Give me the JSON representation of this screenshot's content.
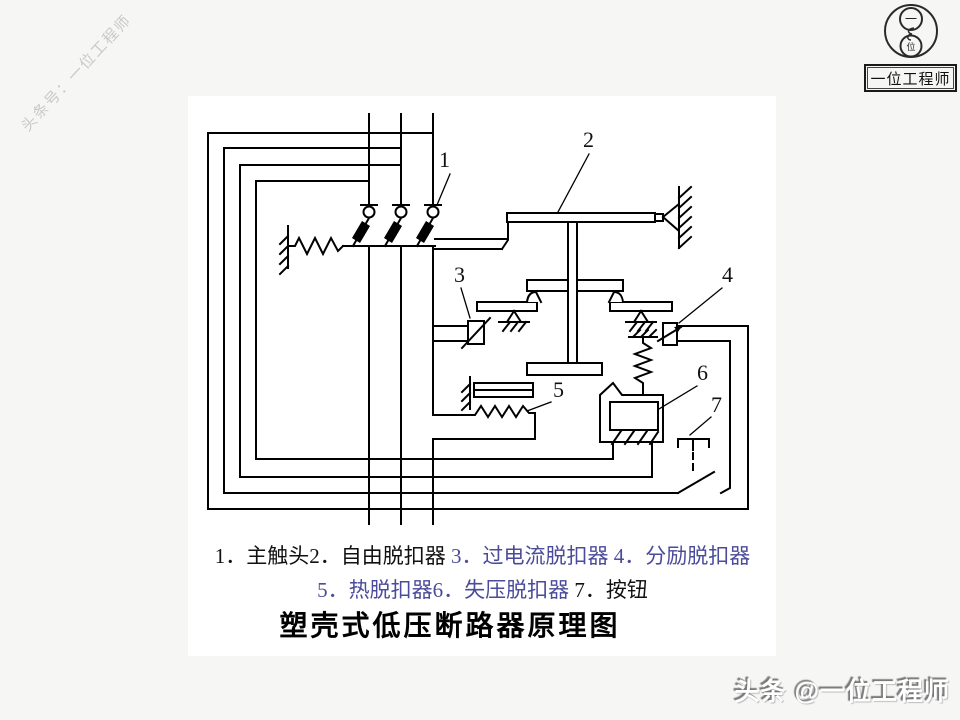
{
  "watermark": {
    "diagonal_text": "头条号：一位工程师",
    "footer_text": "头条 @一位工程师"
  },
  "logo": {
    "top_glyph": "一",
    "bottom_glyph": "位",
    "box_label": "一位工程师"
  },
  "diagram": {
    "callouts": [
      "1",
      "2",
      "3",
      "4",
      "5",
      "6",
      "7"
    ]
  },
  "caption": {
    "line1_black": "1．主触头2．自由脱扣器 ",
    "line1_blue": "3．过电流脱扣器 4．分励脱扣器",
    "line2_blue": "5．热脱扣器6．失压脱扣器 ",
    "line2_black": "7．按钮"
  },
  "title": "塑壳式低压断路器原理图",
  "colors": {
    "caption_blue": "#4b4b9b",
    "ink": "#000000",
    "watermark_gray": "#c9c9c9"
  }
}
